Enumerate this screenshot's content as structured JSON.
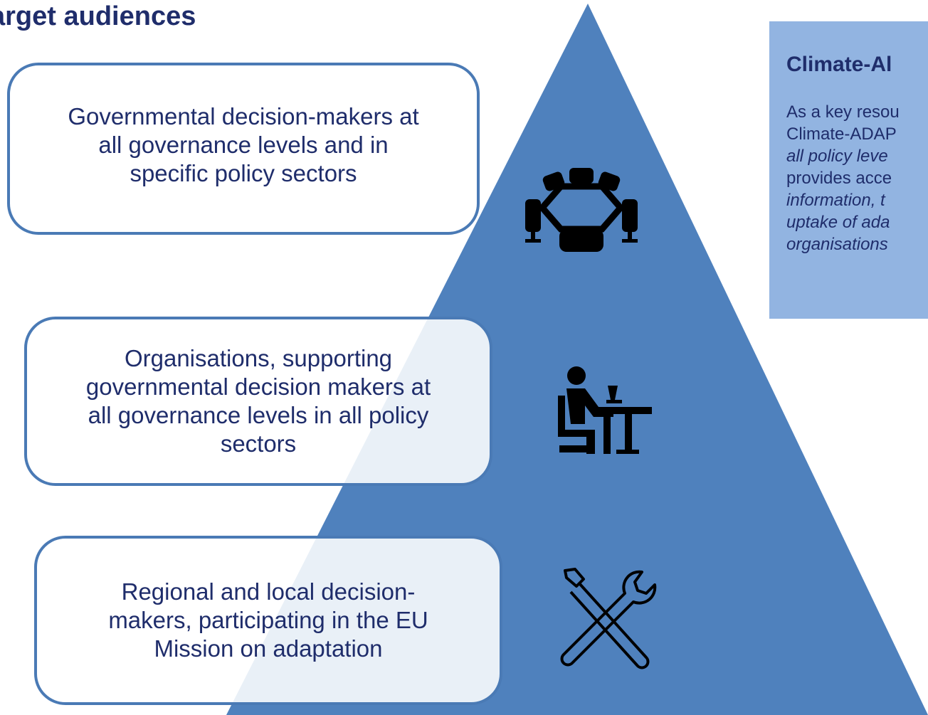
{
  "colors": {
    "pyramid": "#4f81bd",
    "box_border": "#4a7ab5",
    "text": "#1f2d6b",
    "sidebox": "#92b4e1"
  },
  "title": "arget audiences",
  "levels": [
    {
      "lines": [
        "Governmental decision-makers at",
        "all governance levels and in",
        "specific policy sectors"
      ],
      "icon": "conference-table-icon"
    },
    {
      "lines": [
        "Organisations, supporting",
        "governmental decision makers at",
        "all governance levels in all policy",
        "sectors"
      ],
      "icon": "person-at-desk-icon"
    },
    {
      "lines": [
        "Regional and local decision-",
        "makers, participating in the EU",
        "Mission on adaptation"
      ],
      "icon": "tools-icon"
    }
  ],
  "sidebox": {
    "title": "Climate-Al",
    "lines": [
      {
        "text": "As a key resou",
        "italic": false
      },
      {
        "text": "Climate-ADAP",
        "italic": false
      },
      {
        "text": "all policy leve",
        "italic": true
      },
      {
        "text": "provides acce",
        "italic": false
      },
      {
        "text": "information, t",
        "italic": true
      },
      {
        "text": "uptake of ada",
        "italic": true
      },
      {
        "text": "organisations",
        "italic": true
      }
    ]
  }
}
